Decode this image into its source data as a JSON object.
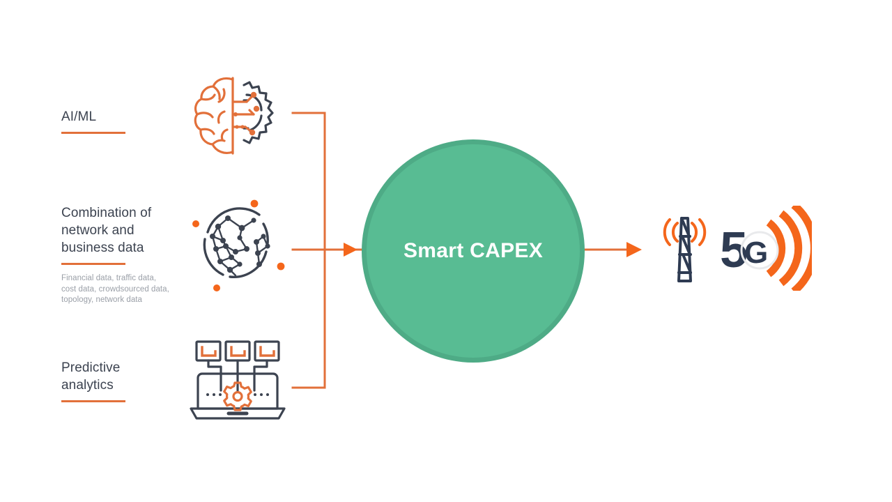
{
  "diagram": {
    "title": "Smart CAPEX inputs and outputs flow diagram",
    "colors": {
      "accent_orange": "#e2703a",
      "bright_orange": "#f4661b",
      "node_green": "#58bc93",
      "node_green_ring": "#4eab86",
      "dark_slate": "#3c4350",
      "navy": "#2e3b52",
      "muted_gray": "#9a9fa7",
      "background": "#ffffff"
    }
  },
  "inputs": [
    {
      "id": "ai-ml",
      "title": "AI/ML",
      "subtitle": "",
      "icon": "brain-gear-icon"
    },
    {
      "id": "combination-network-business-data",
      "title": "Combination of\nnetwork and\nbusiness data",
      "subtitle": "Financial data, traffic data,\ncost data, crowdsourced data,\ntopology, network data",
      "icon": "network-globe-icon"
    },
    {
      "id": "predictive-analytics",
      "title": "Predictive\nanalytics",
      "subtitle": "",
      "icon": "predictive-analytics-laptop-icon"
    }
  ],
  "center": {
    "label": "Smart CAPEX",
    "shape": "circle"
  },
  "output": {
    "id": "5g-network",
    "icon": "5g-tower-icon",
    "label": "5G"
  },
  "connectors": {
    "input_arrow": "arrow-into-smart-capex",
    "output_arrow": "arrow-to-5g"
  }
}
